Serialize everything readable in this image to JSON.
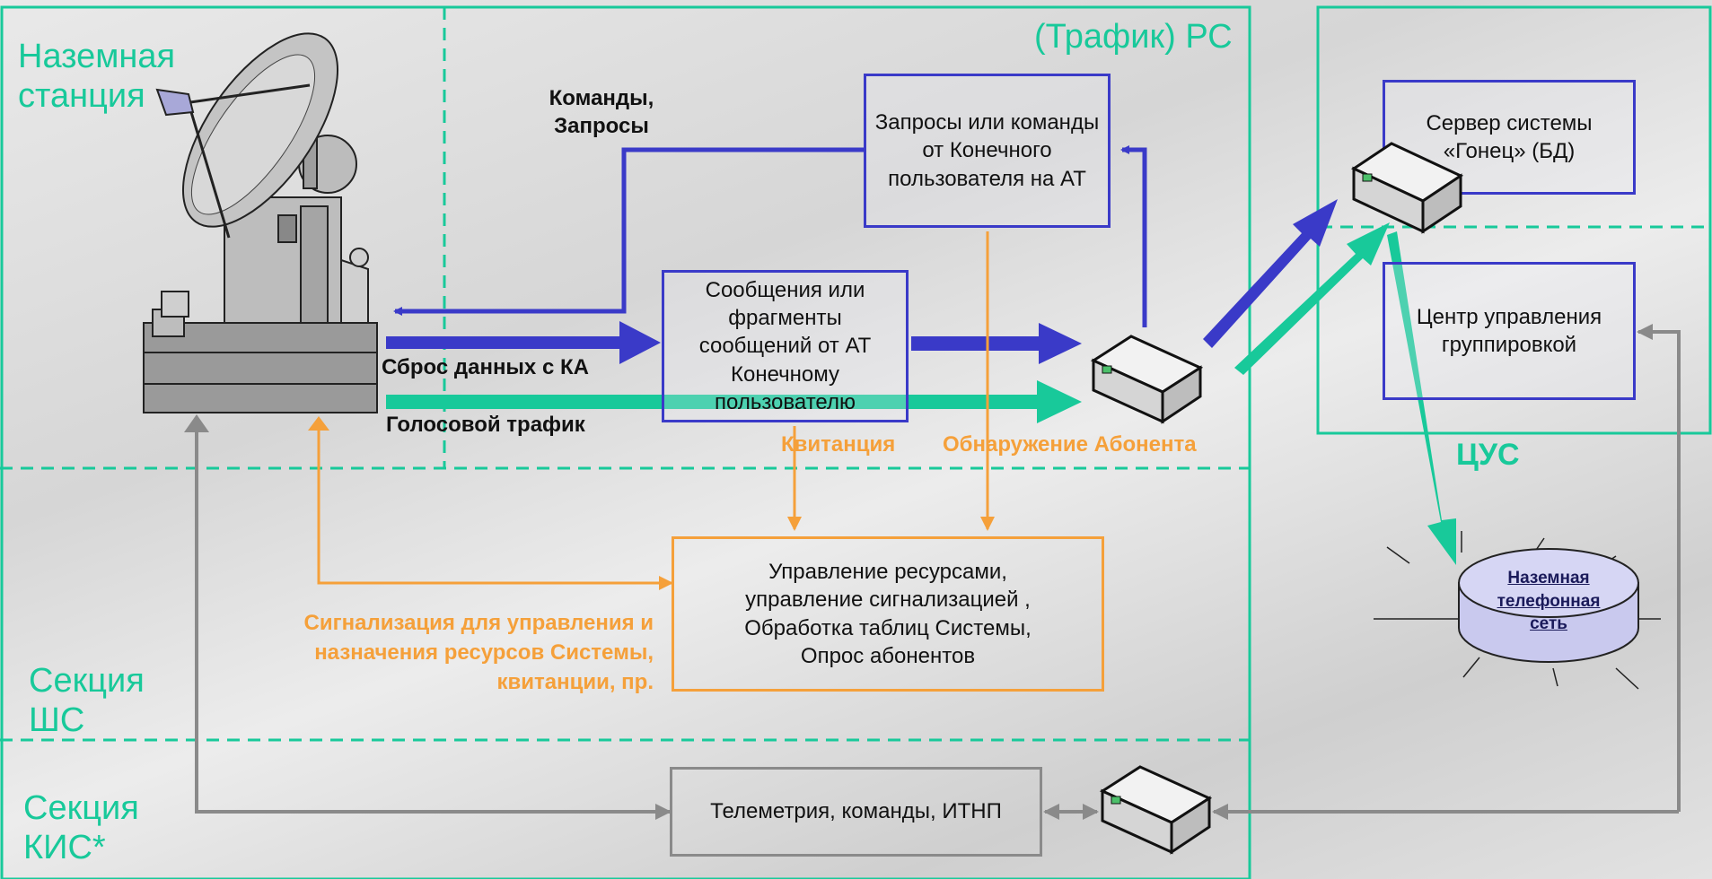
{
  "zones": {
    "ground_station": "Наземная станция",
    "traffic_rs": "(Трафик) РС",
    "section_shs": "Секция ШС",
    "section_kis": "Секция КИС*",
    "tsus": "ЦУС"
  },
  "boxes": {
    "requests_commands": "Запросы или команды от Конечного пользователя на АТ",
    "messages": "Сообщения или фрагменты сообщений от АТ Конечному пользователю",
    "resource_mgmt": "Управление ресурсами, управление сигнализацией , Обработка таблиц Системы, Опрос абонентов",
    "telemetry": "Телеметрия, команды, ИТНП",
    "server": "Сервер системы «Гонец» (БД)",
    "control_center": "Центр управления группировкой",
    "phone_network": "Наземная телефонная сеть"
  },
  "labels": {
    "commands_requests": "Команды, Запросы",
    "data_dump": "Сброс данных с КА",
    "voice_traffic": "Голосовой трафик",
    "receipt": "Квитанция",
    "subscriber_detection": "Обнаружение Абонента",
    "signaling": "Сигнализация для управления и назначения ресурсов Системы, квитанции, пр."
  },
  "colors": {
    "teal": "#18c99a",
    "blue": "#3a3ac8",
    "orange": "#f5a03a",
    "gray": "#8a8a8a"
  }
}
